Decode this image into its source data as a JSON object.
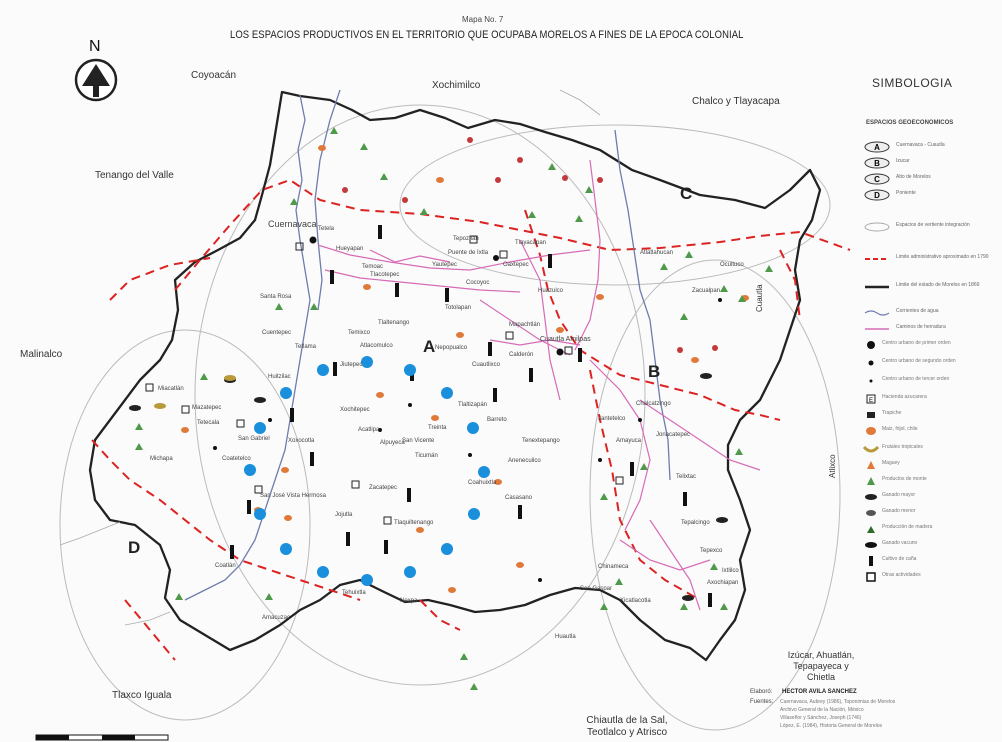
{
  "map_number": "Mapa No. 7",
  "title": "LOS ESPACIOS PRODUCTIVOS EN EL TERRITORIO QUE OCUPABA MORELOS A FINES DE LA EPOCA COLONIAL",
  "north": "N",
  "regions": {
    "A": "A",
    "B": "B",
    "C": "C",
    "D": "D"
  },
  "neighbors": {
    "coyoacan": "Coyoacán",
    "xochimilco": "Xochimilco",
    "chalco": "Chalco y Tlayacapa",
    "tenango": "Tenango del Valle",
    "malinalco": "Malinalco",
    "tlaxco": "Tlaxco Iguala",
    "chiautla": "Chiautla de la Sal, Teotlalco y Atrisco",
    "izucar": "Izúcar, Ahuatlán, Tepapayeca y Chietla",
    "cuautla_river": "Cuautla",
    "atlixco": "Atlixco"
  },
  "place_names": {
    "cuernavaca": "Cuernavaca",
    "cuautla": "Cuautla Amilpas",
    "yautepec": "Yautepec",
    "tetecala": "Tetecala",
    "jojutla": "Jojutla",
    "tlaltizapan": "Tlaltizapán",
    "zacatepec": "Zacatepec",
    "tlaquiltenango": "Tlaquiltenango",
    "jonacatepec": "Jonacatepec",
    "mazatepec": "Mazatepec",
    "miacatlan": "Miacatlán",
    "xochitepec": "Xochitepec",
    "tepoztlan": "Tepoztlán",
    "tlayacapan": "Tlayacapan",
    "zacualpan": "Zacualpan",
    "axochiapan": "Axochiapan",
    "tepalcingo": "Tepalcingo",
    "puente": "Puente de Ixtla",
    "coatlan": "Coatlán",
    "amacuzac": "Amacuzac",
    "oaxtepec": "Oaxtepec",
    "temixco": "Temixco",
    "atlatlahucan": "Atlatlahucan",
    "totolapan": "Totolapan",
    "ocuituco": "Ocuituco",
    "tetela": "Tetela",
    "hueyapan": "Hueyapan",
    "jantetelco": "Jantetelco",
    "temoac": "Temoac",
    "jiutepec": "Jiutepec",
    "emiliano": "Atlacomulco",
    "tlaltenango": "Tlaltenango",
    "huitzilac": "Huitzilac",
    "chinameca": "Chinameca",
    "casasano": "Casasano",
    "calderon": "Calderón",
    "barreto": "Barreto",
    "coahuixtla": "Coahuixtla",
    "miacatlan2": "Cocoyoc",
    "xoxocotla": "Xoxocotla",
    "alpuyeca": "Alpuyeca",
    "ticuman": "Ticumán",
    "apatlaco": "San Vicente",
    "treinta": "Treinta",
    "acatlipa": "Acatlipa",
    "nepopualco": "Nepopualco",
    "tlacotepec": "Tlacotepec",
    "huazulco": "Huazulco",
    "amayuca": "Amayuca",
    "chalcatzingo": "Chalcatzingo",
    "tenextepango": "Tenextepango",
    "mapachtlan": "Mapachtlán",
    "anenecuilco": "Anenecuilco",
    "cuautlixco": "Cuautlixco",
    "santa_rosa": "Santa Rosa",
    "sn_jose": "San José Vista Hermosa",
    "sn_gabriel": "San Gabriel",
    "michapa": "Michapa",
    "cuentepec": "Cuentepec",
    "tetlama": "Tetlama",
    "coatetelco": "Coatetelco",
    "tehuixtla": "Tehuixtla",
    "huautla": "Huautla",
    "tlalcozotitlan": "San Gaspar",
    "xicatlacotla": "Xicatlacotla",
    "nexpa": "Nexpa",
    "ixtlilco": "Ixtlilco",
    "telixtac": "Telixtac",
    "tepexco": "Tepexco"
  },
  "legend": {
    "title": "SIMBOLOGIA",
    "subtitle": "ESPACIOS GEOECONOMICOS",
    "items": [
      {
        "key": "A",
        "label": "Cuernavaca - Cuautla"
      },
      {
        "key": "B",
        "label": "Izucar"
      },
      {
        "key": "C",
        "label": "Alto de Morelos"
      },
      {
        "key": "D",
        "label": "Poniente"
      }
    ],
    "lines": [
      {
        "type": "ellipse",
        "label": "Espacios de vertiente integración"
      },
      {
        "type": "dash",
        "label": "Limite administrativo aproximado en 1790"
      },
      {
        "type": "thick",
        "label": "Limite del estado de Morelos en 1869"
      },
      {
        "type": "river",
        "label": "Corrientes de agua"
      },
      {
        "type": "road",
        "label": "Caminos de herradura"
      }
    ],
    "symbols": [
      {
        "sym": "big-dot",
        "label": "Centro urbano de primer orden"
      },
      {
        "sym": "small-dot",
        "label": "Centro urbano de segundo orden"
      },
      {
        "sym": "tiny-dot",
        "label": "Centro urbano de tercer orden"
      },
      {
        "sym": "hacienda",
        "label": "Hacienda azucarera"
      },
      {
        "sym": "hacienda2",
        "label": "Trapiche"
      },
      {
        "sym": "orange",
        "label": "Maiz, frijol, chile"
      },
      {
        "sym": "banana",
        "label": "Frutales tropicales"
      },
      {
        "sym": "cactus",
        "label": "Maguey"
      },
      {
        "sym": "green",
        "label": "Productos de monte"
      },
      {
        "sym": "sheep",
        "label": "Ganado mayor"
      },
      {
        "sym": "goat",
        "label": "Ganado menor"
      },
      {
        "sym": "tree",
        "label": "Producción de madera"
      },
      {
        "sym": "cow",
        "label": "Ganado vacuno"
      },
      {
        "sym": "bar",
        "label": "Cultivo de caña"
      },
      {
        "sym": "square",
        "label": "Otras actividades"
      }
    ]
  },
  "credits": {
    "elaboro_label": "Elaboró:",
    "author": "HECTOR AVILA SANCHEZ",
    "fuentes_label": "Fuentes:",
    "lines": [
      "Cuernavaca, Aubrey (1986), Toponimias de Morelos",
      "Archivo General de la Nación, México",
      "Villaseñor y Sánchez, Joseph (1746)",
      "López, E. (1984), Historia General de Morelos"
    ]
  }
}
